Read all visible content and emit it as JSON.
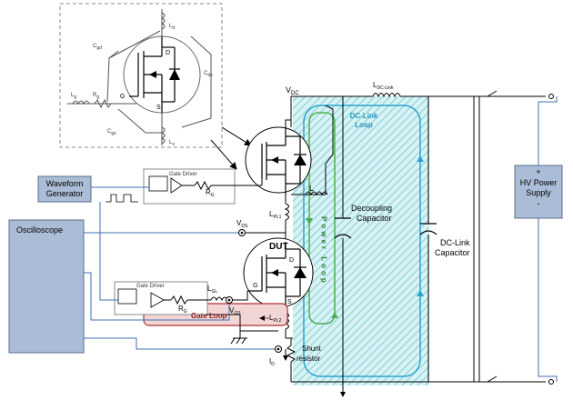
{
  "labels": {
    "waveform_line1": "Waveform",
    "waveform_line2": "Generator",
    "oscilloscope": "Oscilloscope",
    "gate_driver_top": "Gate Driver",
    "gate_driver_bottom": "Gate Driver",
    "rg_top": "R",
    "rg_top_sub": "G",
    "rg_bottom": "R",
    "rg_bottom_sub": "G",
    "vdc": "V",
    "vdc_sub": "DC",
    "ldclink": "L",
    "ldclink_sub": "DC-Link",
    "dclink_loop_line1": "DC-Link",
    "dclink_loop_line2": "Loop",
    "decoupling_line1": "Decoupling",
    "decoupling_line2": "Capacitor",
    "dclink_cap_line1": "DC-Link",
    "dclink_cap_line2": "Capacitor",
    "hv_plus": "+",
    "hv_line1": "HV Power",
    "hv_line2": "Supply",
    "hv_minus": "-",
    "power_loop": "Power Loop",
    "gate_loop": "Gate Loop",
    "dut": "DUT",
    "l": "L",
    "lpl1": "L",
    "lpl1_sub": "PL1",
    "lpl2": "L",
    "lpl2_sub": "PL2",
    "lgl": "L",
    "lgl_sub": "GL",
    "vds": "V",
    "vds_sub": "DS",
    "vgs": "V",
    "vgs_sub": "GS",
    "id": "I",
    "id_sub": "D",
    "shunt_line1": "Shunt",
    "shunt_line2": "resistor",
    "cgd": "C",
    "cgd_sub": "gd",
    "cds": "C",
    "cds_sub": "ds",
    "cgs": "C",
    "cgs_sub": "gs",
    "ld": "L",
    "ld_sub": "d",
    "ls": "L",
    "ls_sub": "s",
    "lg": "L",
    "lg_sub": "g",
    "rg_inset": "R",
    "rg_inset_sub": "g",
    "pin_g": "G",
    "pin_d": "D",
    "pin_s": "S",
    "dut_g": "G",
    "dut_d": "D",
    "dut_s": "S"
  },
  "colors": {
    "box_fill": "#aabcd6",
    "box_stroke": "#5a6f8f",
    "dclink_loop": "#2aa5d0",
    "power_loop": "#4caf50",
    "gate_loop": "#b03030",
    "gate_loop_fill": "#f2d6d6",
    "hatch": "#7fd0d8",
    "wire_blue": "#3f6fb0"
  }
}
